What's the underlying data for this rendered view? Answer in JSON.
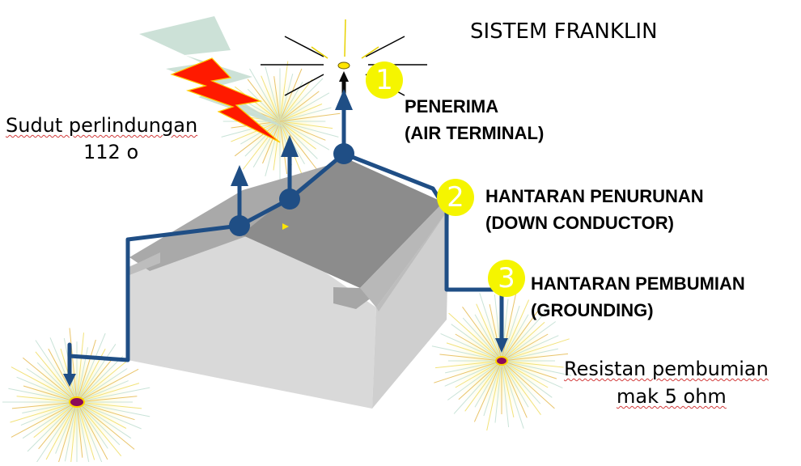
{
  "title": "SISTEM FRANKLIN",
  "angle_note": {
    "line1": "Sudut perlindungan",
    "line2": "112 o"
  },
  "components": [
    {
      "number": "1",
      "line1": "PENERIMA",
      "line2": "(AIR TERMINAL)"
    },
    {
      "number": "2",
      "line1": "HANTARAN PENURUNAN",
      "line2": "(DOWN CONDUCTOR)"
    },
    {
      "number": "3",
      "line1": "HANTARAN PEMBUMIAN",
      "line2": "(GROUNDING)"
    }
  ],
  "resistance_note": {
    "line1": "Resistan pembumian",
    "line2": "mak 5 ohm"
  },
  "colors": {
    "conductor": "#1f4e85",
    "badge": "#f5f500",
    "lightning": "#ff1a00",
    "roof_dark": "#8c8c8c",
    "wall": "#d9d9d9"
  }
}
